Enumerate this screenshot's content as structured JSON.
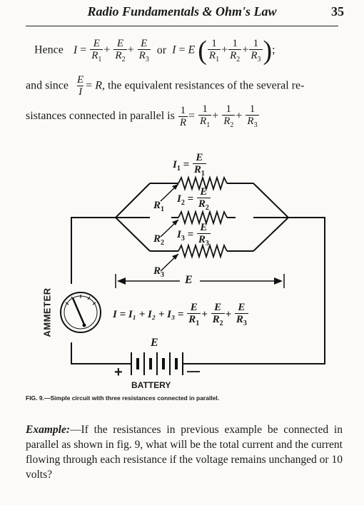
{
  "header": {
    "title": "Radio Fundamentals & Ohm's Law",
    "page_number": "35"
  },
  "text": {
    "hence": "Hence",
    "or": "or",
    "semicolon": ";",
    "and_since": "and since",
    "line2_rest": "the equivalent resistances of the several re-",
    "line3": "sistances connected in parallel is"
  },
  "figure": {
    "i1": "I",
    "i2": "I",
    "i3": "I",
    "r1": "R",
    "r2": "R",
    "r3": "R",
    "e_label": "E",
    "e_battery": "E",
    "total_current": "I = I₁ + I₂ + I₃ =",
    "ammeter": "AMMETER",
    "battery": "BATTERY",
    "plus": "+",
    "minus": "—"
  },
  "caption": "FIG. 9.—Simple circuit with three resistances connected in parallel.",
  "example": {
    "label": "Example:",
    "text": "—If the resistances in previous example be connected in parallel as shown in fig. 9, what will be the total current and the current flowing through each resistance if the voltage remains unchanged or 10 volts?"
  }
}
